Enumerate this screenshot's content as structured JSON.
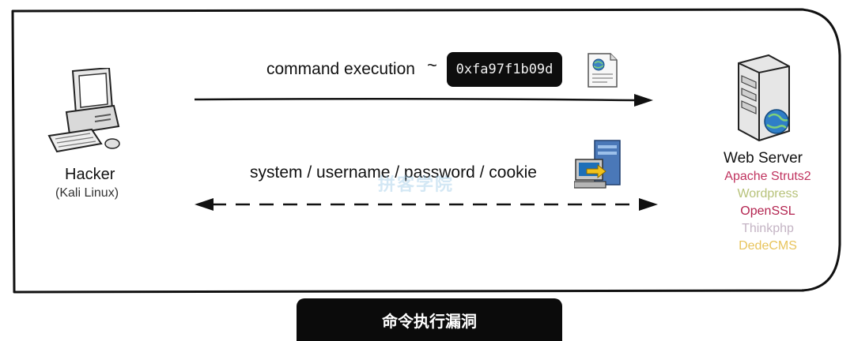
{
  "diagram": {
    "command_label": "command execution",
    "tilde": "~",
    "hash": "0xfa97f1b09d",
    "response_label": "system / username / password / cookie",
    "watermark": "拼客学院",
    "caption": "命令执行漏洞"
  },
  "hacker": {
    "label": "Hacker",
    "sublabel": "(Kali Linux)"
  },
  "server": {
    "label": "Web Server",
    "technologies": [
      {
        "name": "Apache Struts2",
        "color": "#c0335f"
      },
      {
        "name": "Wordpress",
        "color": "#b7c27a"
      },
      {
        "name": "OpenSSL",
        "color": "#b3234f"
      },
      {
        "name": "Thinkphp",
        "color": "#c4b4c4"
      },
      {
        "name": "DedeCMS",
        "color": "#e8c45c"
      }
    ]
  },
  "icons": {
    "hacker": "desktop-computer-icon",
    "document": "document-icon",
    "transfer": "computer-transfer-icon",
    "server": "server-globe-icon"
  }
}
